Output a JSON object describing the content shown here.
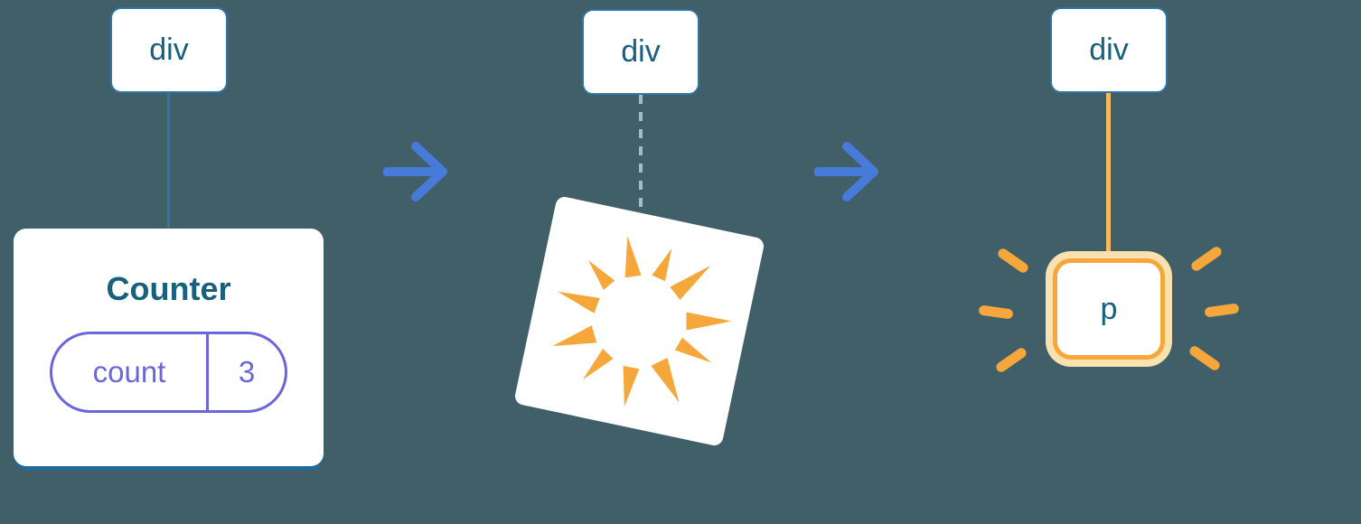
{
  "colors": {
    "background": "#415F69",
    "node_fill": "#FFFFFF",
    "node_border_blue": "#2E75A8",
    "node_text_blue": "#17607E",
    "arrow_blue": "#477BD9",
    "state_purple": "#6C66DC",
    "highlight_orange": "#F5A73B",
    "highlight_orange_light": "#FAE2B0",
    "edge_orange": "#F7BA5E",
    "dashed_edge_blue": "#9FBECB",
    "card_shadow_blue": "#1D6B9E"
  },
  "icons": {
    "arrow_right": "→",
    "poof_burst": "poof-burst",
    "spark": "spark"
  },
  "stage1": {
    "root": {
      "label": "div"
    },
    "component": {
      "title": "Counter",
      "state": {
        "key": "count",
        "value": "3"
      }
    }
  },
  "stage2": {
    "root": {
      "label": "div"
    }
  },
  "stage3": {
    "root": {
      "label": "div"
    },
    "child": {
      "label": "p"
    }
  }
}
